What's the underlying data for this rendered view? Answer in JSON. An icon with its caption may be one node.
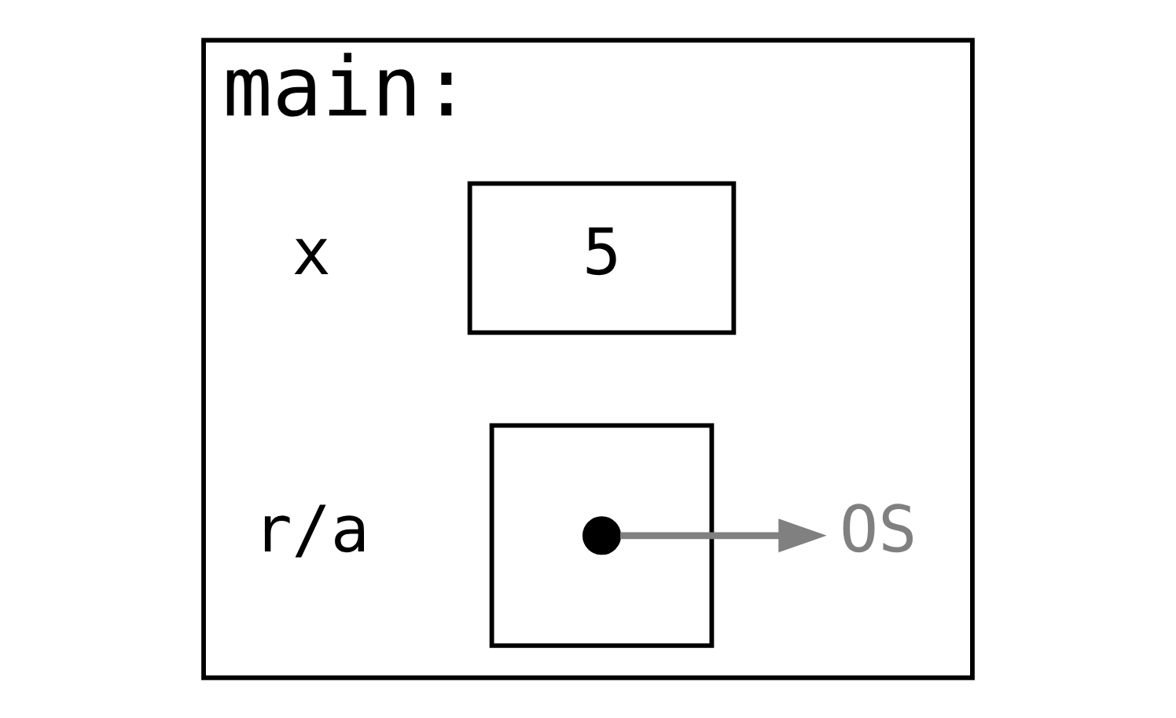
{
  "diagram": {
    "nodes": [
      {
        "text": [
          "main:"
        ]
      },
      {
        "text": [
          "5"
        ],
        "in": 0,
        "beside": [
          "x"
        ]
      },
      {
        "text": [],
        "shape": "box",
        "in": 0,
        "beside": [
          "r/a"
        ]
      },
      {
        "text": [],
        "shape": "circle",
        "in": 2
      },
      {
        "text": [
          "OS"
        ],
        "in": 0
      }
    ],
    "edges": [
      {
        "from": 3,
        "to": 4,
        "arrow": "to",
        "color": "#808080"
      }
    ]
  }
}
